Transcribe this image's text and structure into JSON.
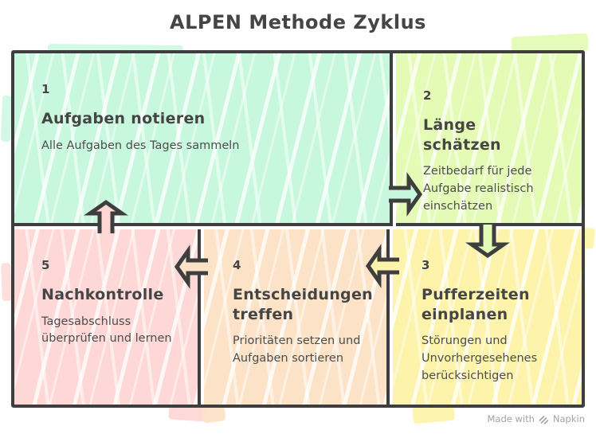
{
  "page_title": "ALPEN Methode Zyklus",
  "colors": {
    "ink": "#3e3e3e",
    "heading_text": "#454545",
    "body_text": "#4d4d4d",
    "watermark": "#a3a3a3"
  },
  "steps": [
    {
      "number": "1",
      "title": "Aufgaben notieren",
      "description": "Alle Aufgaben des Tages sammeln",
      "color": "#c7f8de"
    },
    {
      "number": "2",
      "title": "Länge schätzen",
      "description": "Zeitbedarf für jede Aufgabe realistisch einschätzen",
      "color": "#e4fbb5"
    },
    {
      "number": "3",
      "title": "Pufferzeiten einplanen",
      "description": "Störungen und Unvorhergesehenes berücksichtigen",
      "color": "#fdf3ab"
    },
    {
      "number": "4",
      "title": "Entscheidungen treffen",
      "description": "Prioritäten setzen und Aufgaben sortieren",
      "color": "#fce3c8"
    },
    {
      "number": "5",
      "title": "Nachkontrolle",
      "description": "Tagesabschluss überprüfen und lernen",
      "color": "#fdd8d6"
    }
  ],
  "connections": [
    {
      "from": "1",
      "to": "2",
      "direction": "right"
    },
    {
      "from": "2",
      "to": "3",
      "direction": "down"
    },
    {
      "from": "3",
      "to": "4",
      "direction": "left"
    },
    {
      "from": "4",
      "to": "5",
      "direction": "left"
    },
    {
      "from": "5",
      "to": "1",
      "direction": "up"
    }
  ],
  "watermark": {
    "prefix": "Made with",
    "brand": "Napkin"
  }
}
